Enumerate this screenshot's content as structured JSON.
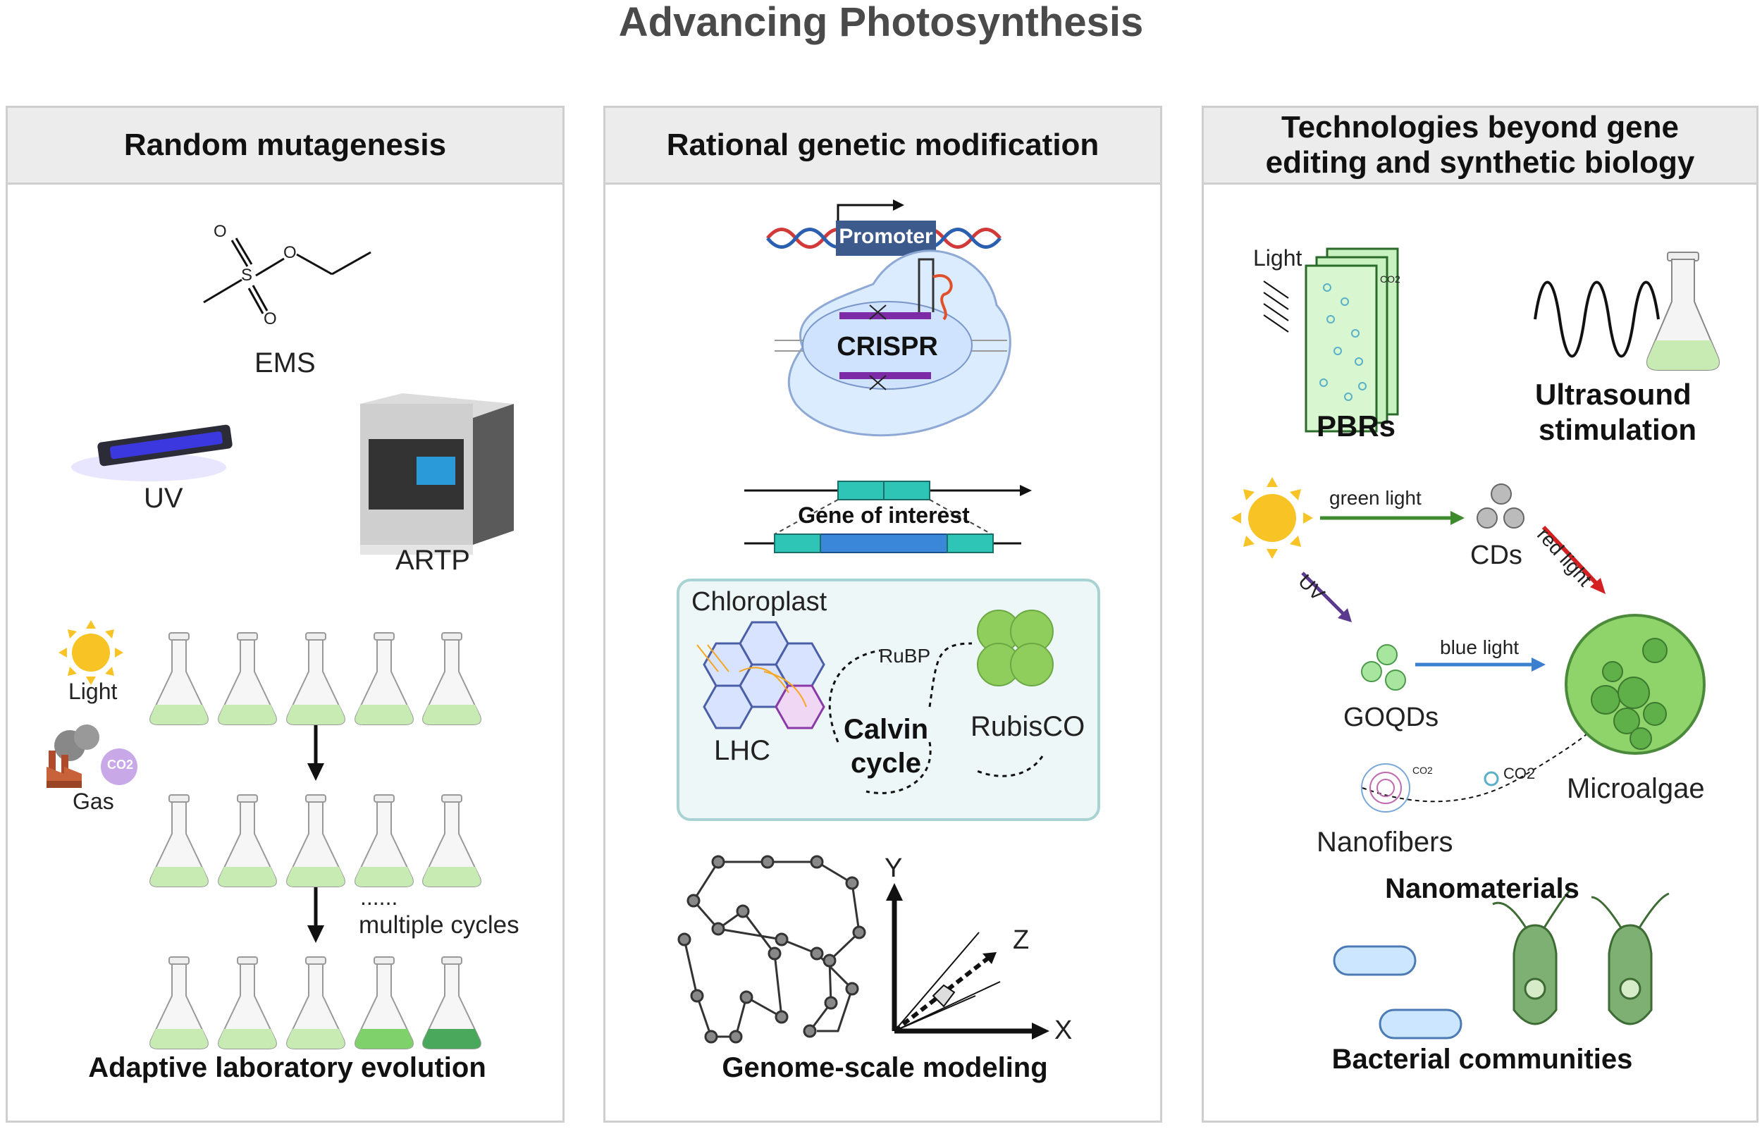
{
  "title": "Advancing Photosynthesis",
  "panels": [
    {
      "heading": "Random mutagenesis",
      "labels": {
        "ems": "EMS",
        "uv": "UV",
        "artp": "ARTP",
        "artp_screen": "ARTP",
        "light": "Light",
        "co2": "CO2",
        "gas": "Gas",
        "dots": "......",
        "cycles": "multiple cycles",
        "footer": "Adaptive laboratory evolution"
      },
      "ems_atoms": {
        "o1": "O",
        "s": "S",
        "o2": "O",
        "o3": "O"
      }
    },
    {
      "heading": "Rational genetic modification",
      "labels": {
        "promoter": "Promoter",
        "crispr": "CRISPR",
        "gene": "Gene of interest",
        "chloroplast": "Chloroplast",
        "lhc": "LHC",
        "ribp": "RuBP",
        "calvin1": "Calvin",
        "calvin2": "cycle",
        "rubisco": "RubisCO",
        "y": "Y",
        "z": "Z",
        "x": "X",
        "footer": "Genome-scale modeling"
      }
    },
    {
      "heading": "Technologies beyond gene editing and synthetic biology",
      "labels": {
        "light": "Light",
        "pbr_co2": "CO2",
        "pbrs": "PBRs",
        "ultrasound1": "Ultrasound",
        "ultrasound2": "stimulation",
        "green_light": "green light",
        "cds": "CDs",
        "red_light": "red light",
        "uv": "UV",
        "blue_light": "blue light",
        "goqds": "GOQDs",
        "fiber_co2": "CO2",
        "co2": "CO2",
        "microalgae": "Microalgae",
        "nanofibers": "Nanofibers",
        "nanomaterials": "Nanomaterials",
        "footer": "Bacterial communities"
      }
    }
  ],
  "colors": {
    "header_bg": "#ececec",
    "border": "#cfcfcf",
    "flask_liquid": "#c8ebb4",
    "flask_liquid_dark": "#4aa85c",
    "promoter": "#3d5a8c",
    "gene_teal": "#2ec4b6",
    "gene_blue": "#3a86d8",
    "chloroplast_bg": "#eef7f7",
    "sun": "#f7c325",
    "pbr": "#c9f2c1",
    "microalgae": "#8fd36b",
    "green_arrow": "#3d8b2c",
    "red_arrow": "#d42020",
    "uv_arrow": "#5a3a8e",
    "blue_arrow": "#3a7fd0"
  }
}
